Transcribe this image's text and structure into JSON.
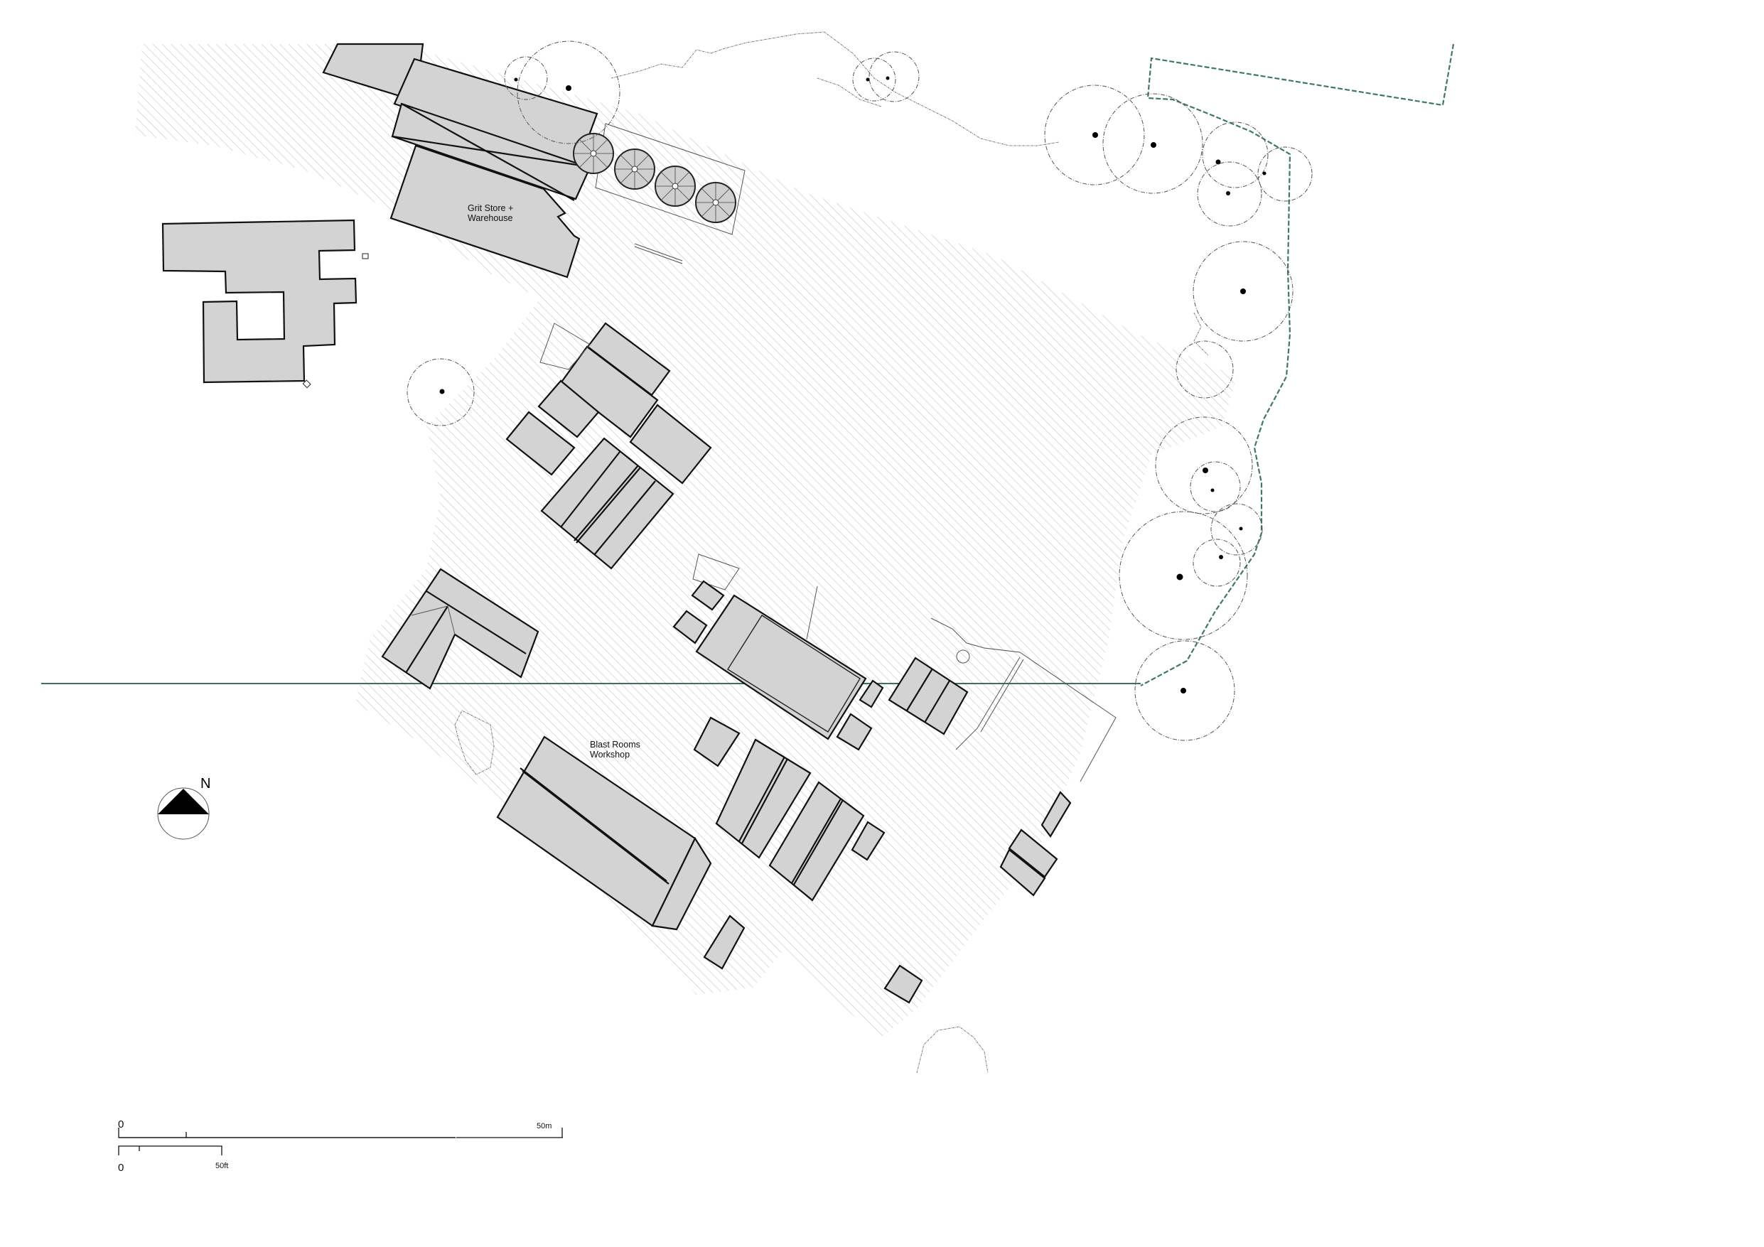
{
  "drawing": {
    "type": "site plan",
    "hatch_color": "#c8c8c8",
    "building_fill": "#d3d3d3",
    "boundary_color": "#3e7a62",
    "section_line_color": "#3e7061"
  },
  "labels": {
    "grit_store_line1": "Grit Store +",
    "grit_store_line2": "Warehouse",
    "blast_rooms_line1": "Blast Rooms",
    "blast_rooms_line2": "Workshop"
  },
  "north_arrow": {
    "label": "N"
  },
  "scale_bar": {
    "metric_start": "0",
    "metric_end": "50m",
    "imperial_start": "0",
    "imperial_end": "50ft"
  },
  "features": {
    "silo_tanks": 4,
    "trees": 18,
    "buildings": 24
  }
}
